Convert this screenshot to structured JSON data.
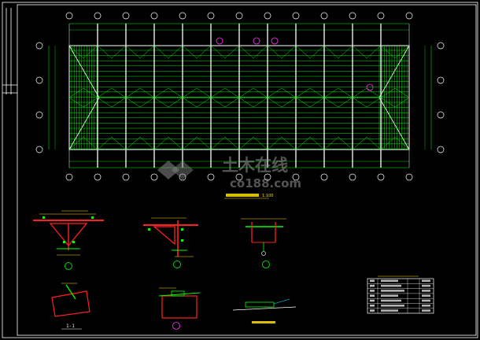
{
  "watermark": {
    "cn": "土木在线",
    "en": "co188.com"
  },
  "main_plan": {
    "title_scale": "1:100"
  },
  "details": {
    "section_label": "1-1"
  },
  "colors": {
    "frame": "#ffffff",
    "grid_green": "#00ff00",
    "detail_red": "#ff2020",
    "callout_magenta": "#ff33ff",
    "annotation_yellow": "#ffe000",
    "cyan": "#00d8ff"
  }
}
